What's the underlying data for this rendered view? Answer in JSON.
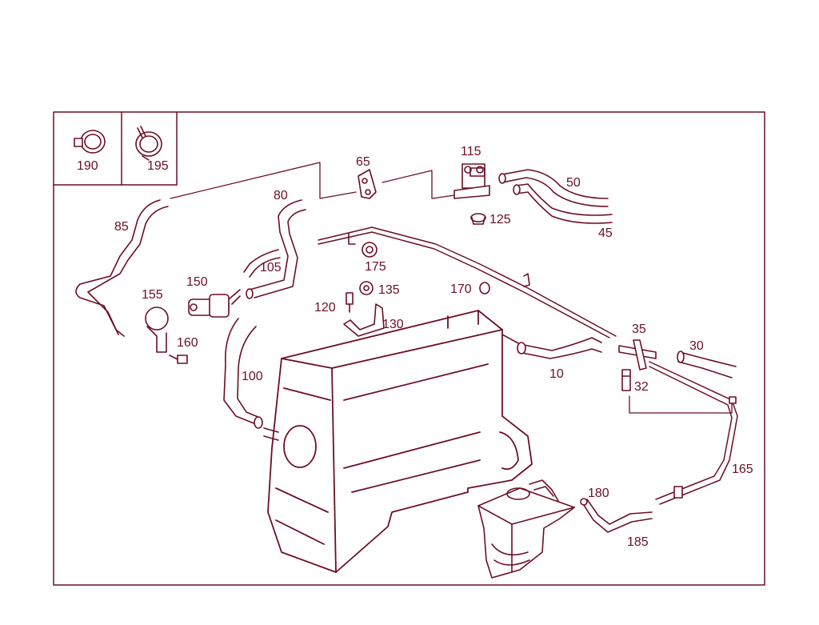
{
  "diagram": {
    "ink_color": "#6b0f24",
    "background_color": "#ffffff",
    "inset_labels": [
      "190",
      "195"
    ],
    "part_labels": {
      "p10": "10",
      "p30": "30",
      "p32": "32",
      "p35": "35",
      "p45": "45",
      "p50": "50",
      "p65": "65",
      "p80": "80",
      "p85": "85",
      "p100": "100",
      "p105": "105",
      "p115": "115",
      "p120": "120",
      "p125": "125",
      "p130": "130",
      "p135": "135",
      "p150": "150",
      "p155": "155",
      "p160": "160",
      "p165": "165",
      "p170": "170",
      "p175": "175",
      "p180": "180",
      "p185": "185"
    }
  }
}
